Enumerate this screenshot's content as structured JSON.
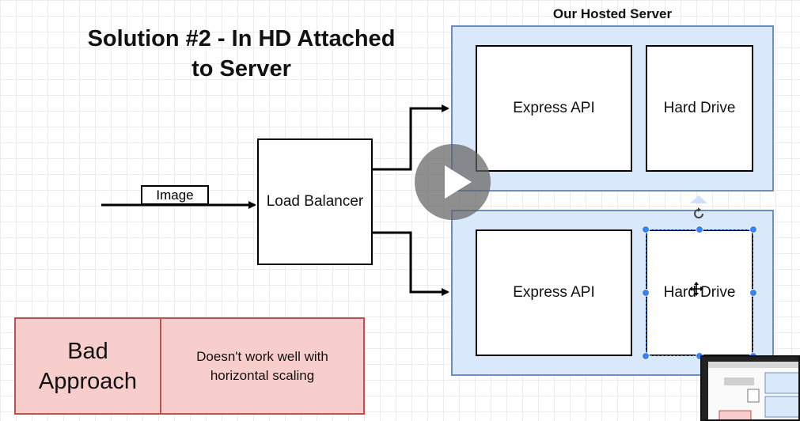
{
  "title": "Solution #2 - In HD Attached\nto Server",
  "server_group_label": "Our Hosted Server",
  "image_label": "Image",
  "load_balancer_label": "Load Balancer",
  "servers": [
    {
      "api_label": "Express API",
      "drive_label": "Hard Drive"
    },
    {
      "api_label": "Express API",
      "drive_label": "Hard Drive"
    }
  ],
  "verdict": {
    "title": "Bad\nApproach",
    "description": "Doesn't work well with\nhorizontal scaling"
  },
  "colors": {
    "server_fill": "#dae8fc",
    "server_stroke": "#6c8ebf",
    "verdict_fill": "#f8cecc",
    "verdict_stroke": "#b85450",
    "selection": "#3b82f6"
  },
  "icons": [
    "play-icon",
    "rotate-icon",
    "move-cursor-icon"
  ]
}
